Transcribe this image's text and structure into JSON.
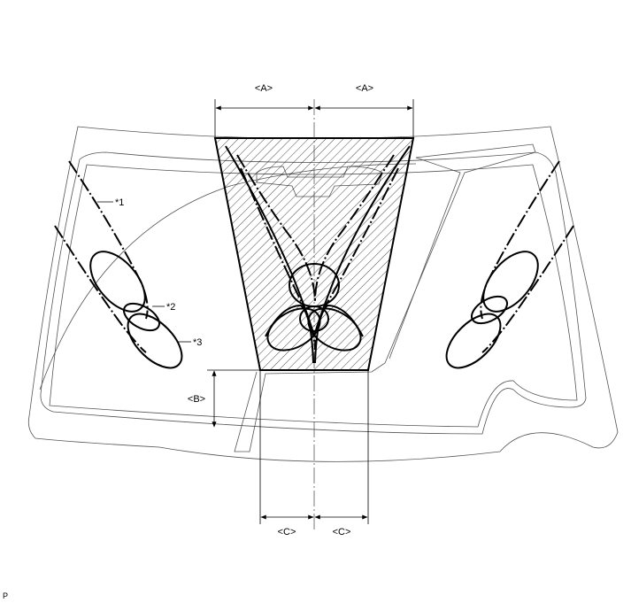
{
  "labels": {
    "dim_a_left": "<A>",
    "dim_a_right": "<A>",
    "dim_b": "<B>",
    "dim_c_left": "<C>",
    "dim_c_right": "<C>",
    "callout_1": "*1",
    "callout_2": "*2",
    "callout_3": "*3",
    "corner_code": "P"
  }
}
